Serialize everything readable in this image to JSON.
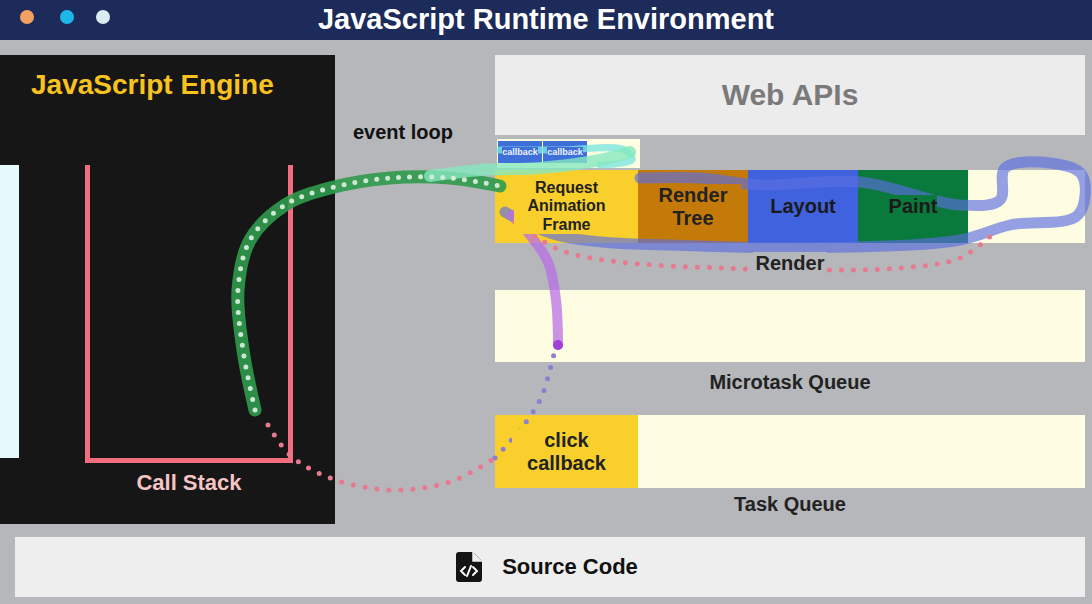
{
  "diagram": {
    "title": "JavaScript Runtime Environment",
    "nodes": [
      {
        "text": [
          "JavaScript Engine"
        ]
      },
      {
        "text": [
          "Call Stack"
        ],
        "in": 0
      },
      {
        "text": [
          "Web APIs"
        ]
      },
      {
        "text": [
          "callback"
        ]
      },
      {
        "text": [
          "callback"
        ]
      },
      {
        "text": [
          "Render"
        ]
      },
      {
        "text": [
          "Request Animation Frame"
        ],
        "in": 5
      },
      {
        "text": [
          "Render Tree"
        ],
        "in": 5
      },
      {
        "text": [
          "Layout"
        ],
        "in": 5
      },
      {
        "text": [
          "Paint"
        ],
        "in": 5
      },
      {
        "text": [
          "Microtask Queue"
        ]
      },
      {
        "text": [
          "Task Queue"
        ]
      },
      {
        "text": [
          "click callback"
        ],
        "in": 11
      },
      {
        "text": [
          "Source Code"
        ]
      }
    ],
    "labels": [
      "event loop"
    ]
  }
}
